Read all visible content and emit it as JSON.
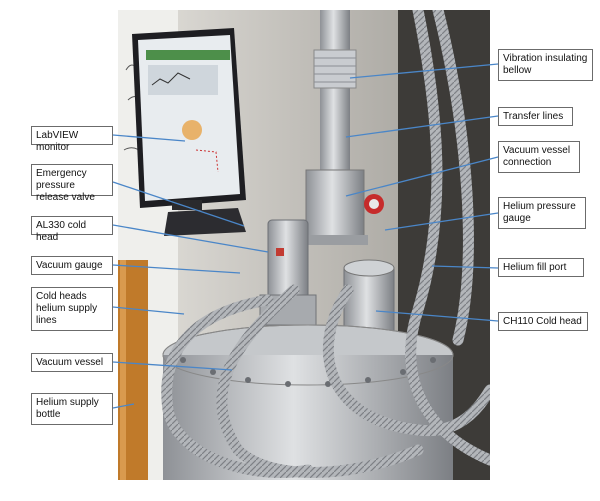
{
  "colors": {
    "leader_line": "#4a86c8",
    "box_border": "#6b6b6b",
    "steel": "#b9bcc0",
    "hose": "#a9adb2",
    "background_wall": "#d9d6cf",
    "bottle": "#c07a2a"
  },
  "labels": {
    "vibration_bellow": "Vibration insulating\nbellow",
    "transfer_lines": "Transfer lines",
    "vacuum_vessel_connection": "Vacuum vessel\nconnection",
    "helium_pressure_gauge": "Helium pressure\ngauge",
    "helium_fill_port": "Helium fill port",
    "ch110_cold_head": "CH110 Cold head",
    "labview_monitor": "LabVIEW monitor",
    "emergency_valve": "Emergency pressure\nrelease valve",
    "al330_cold_head": "AL330 cold head",
    "vacuum_gauge": "Vacuum gauge",
    "cold_heads_supply_lines": "Cold heads\nhelium supply\nlines",
    "vacuum_vessel": "Vacuum vessel",
    "helium_supply_bottle": "Helium supply\nbottle"
  }
}
